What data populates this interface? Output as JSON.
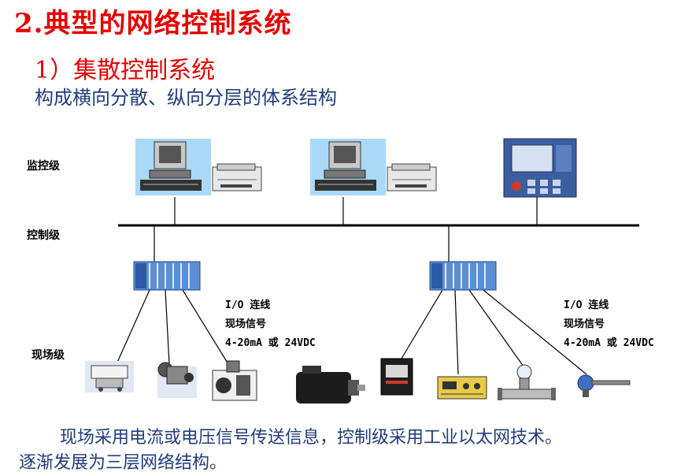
{
  "title": "2.典型的网络控制系统",
  "subtitle": "1）集散控制系统",
  "description": "构成横向分散、纵向分层的体系结构",
  "levels": {
    "supervisory": "监控级",
    "control": "控制级",
    "field": "现场级"
  },
  "io_note_left": {
    "line1": "I/O 连线",
    "line2": "现场信号",
    "line3": "4-20mA 或 24VDC"
  },
  "io_note_right": {
    "line1": "I/O 连线",
    "line2": "现场信号",
    "line3": "4-20mA 或 24VDC"
  },
  "footer": {
    "line1": "现场采用电流或电压信号传送信息，控制级采用工业以太网技术。",
    "line2": "逐渐发展为三层网络结构。"
  },
  "colors": {
    "title": "#e60000",
    "text_blue": "#1f3d7a",
    "screen_bg": "#a9d9f5",
    "plc_blue": "#5a8fd6"
  },
  "icons": [
    "computer-icon",
    "printer-icon",
    "operator-panel-icon",
    "plc-rack-icon",
    "actuator-icon",
    "valve-icon",
    "motor-icon",
    "drive-icon",
    "instrument-icon",
    "flowmeter-icon",
    "sensor-icon"
  ]
}
